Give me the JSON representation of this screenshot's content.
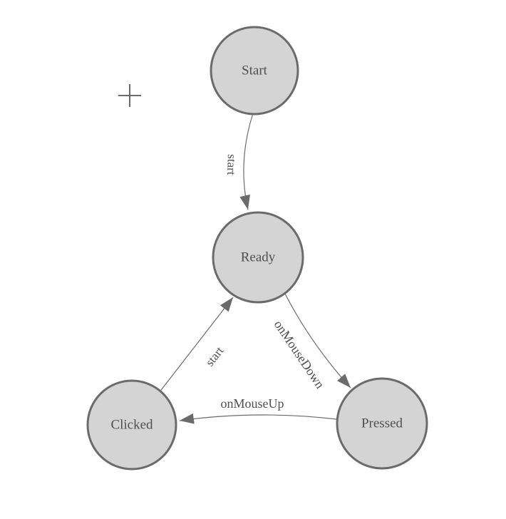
{
  "diagram": {
    "background_color": "#ffffff",
    "node_fill_color": "#d4d4d4",
    "node_border_color": "#6b6b6b",
    "edge_color": "#6b6b6b",
    "text_color": "#4f4f4f",
    "nodes": [
      {
        "id": "start",
        "label": "Start"
      },
      {
        "id": "ready",
        "label": "Ready"
      },
      {
        "id": "clicked",
        "label": "Clicked"
      },
      {
        "id": "pressed",
        "label": "Pressed"
      }
    ],
    "edges": [
      {
        "from": "Start",
        "to": "Ready",
        "label": "start"
      },
      {
        "from": "Ready",
        "to": "Pressed",
        "label": "onMouseDown"
      },
      {
        "from": "Clicked",
        "to": "Ready",
        "label": "start"
      },
      {
        "from": "Pressed",
        "to": "Clicked",
        "label": "onMouseUp"
      }
    ],
    "crosshair_icon": "plus"
  }
}
